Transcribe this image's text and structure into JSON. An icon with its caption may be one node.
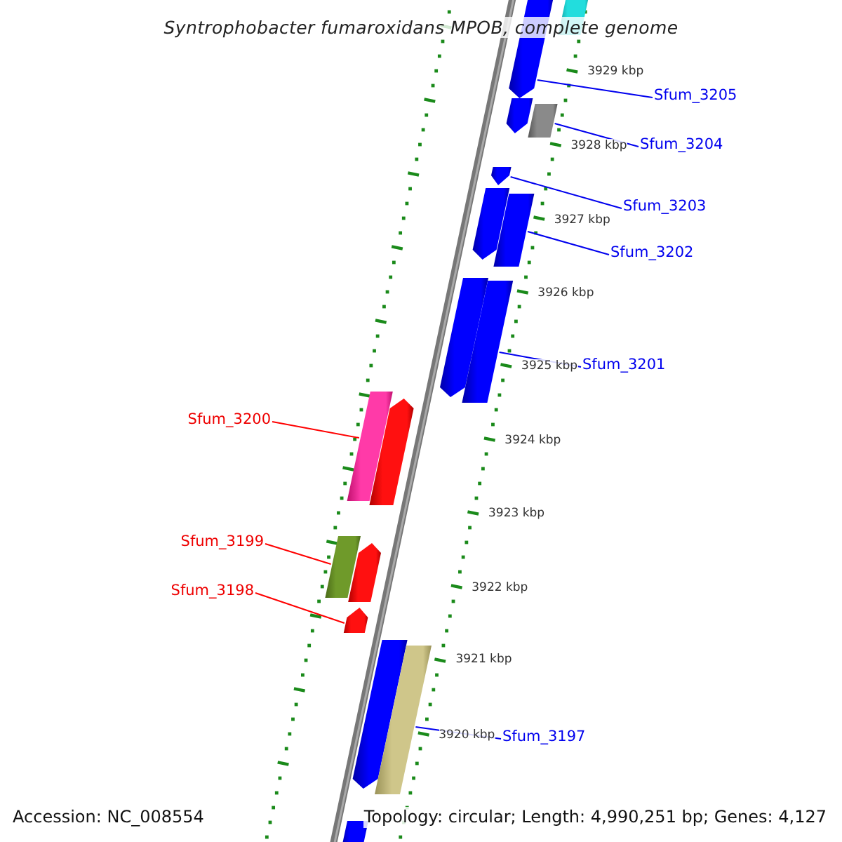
{
  "diagram": {
    "title": "Syntrophobacter fumaroxidans MPOB, complete genome",
    "nodes": [
      {
        "text": [],
        "shape": "bar"
      },
      {
        "text": [],
        "shape": "bar"
      },
      {
        "text": [],
        "shape": "bar"
      },
      {
        "text": [],
        "shape": "bar"
      },
      {
        "text": [],
        "shape": "bar"
      },
      {
        "text": [],
        "shape": "bar"
      },
      {
        "text": [],
        "shape": "bar"
      },
      {
        "text": [],
        "shape": "bar"
      },
      {
        "text": [],
        "shape": "bar"
      },
      {
        "text": [],
        "shape": "bar"
      },
      {
        "text": [],
        "shape": "bar"
      },
      {
        "text": [],
        "shape": "bar"
      },
      {
        "text": [],
        "shape": "bar"
      },
      {
        "text": [],
        "shape": "bar"
      },
      {
        "text": [],
        "shape": "bar"
      },
      {
        "text": [],
        "shape": "bar"
      },
      {
        "text": [],
        "shape": "bar"
      },
      {
        "text": [
          "Sfum_3205"
        ]
      },
      {
        "text": [
          "Sfum_3204"
        ]
      },
      {
        "text": [
          "Sfum_3203"
        ]
      },
      {
        "text": [
          "Sfum_3202"
        ]
      },
      {
        "text": [
          "Sfum_3201"
        ]
      },
      {
        "text": [
          "Sfum_3200"
        ]
      },
      {
        "text": [
          "Sfum_3199"
        ]
      },
      {
        "text": [
          "Sfum_3198"
        ]
      },
      {
        "text": [
          "Sfum_3197"
        ]
      }
    ],
    "edges": [
      {
        "from": 17,
        "to": 0,
        "arrow": "none"
      },
      {
        "from": 18,
        "to": 3,
        "arrow": "none"
      },
      {
        "from": 19,
        "to": 4,
        "arrow": "none"
      },
      {
        "from": 20,
        "to": 6,
        "arrow": "none"
      },
      {
        "from": 21,
        "to": 8,
        "arrow": "none"
      },
      {
        "from": 22,
        "to": 9,
        "arrow": "none",
        "color": "#ff0000"
      },
      {
        "from": 23,
        "to": 11,
        "arrow": "none",
        "color": "#ff0000"
      },
      {
        "from": 24,
        "to": 13,
        "arrow": "none",
        "color": "#ff0000"
      },
      {
        "from": 25,
        "to": 15,
        "arrow": "none"
      }
    ],
    "labels": [
      "3929 kbp",
      "3928 kbp",
      "3927 kbp",
      "3926 kbp",
      "3925 kbp",
      "3924 kbp",
      "3923 kbp",
      "3922 kbp",
      "3921 kbp",
      "3920 kbp",
      "Accession: NC_008554",
      "Topology: circular; Length: 4,990,251 bp; Genes: 4,127"
    ]
  }
}
